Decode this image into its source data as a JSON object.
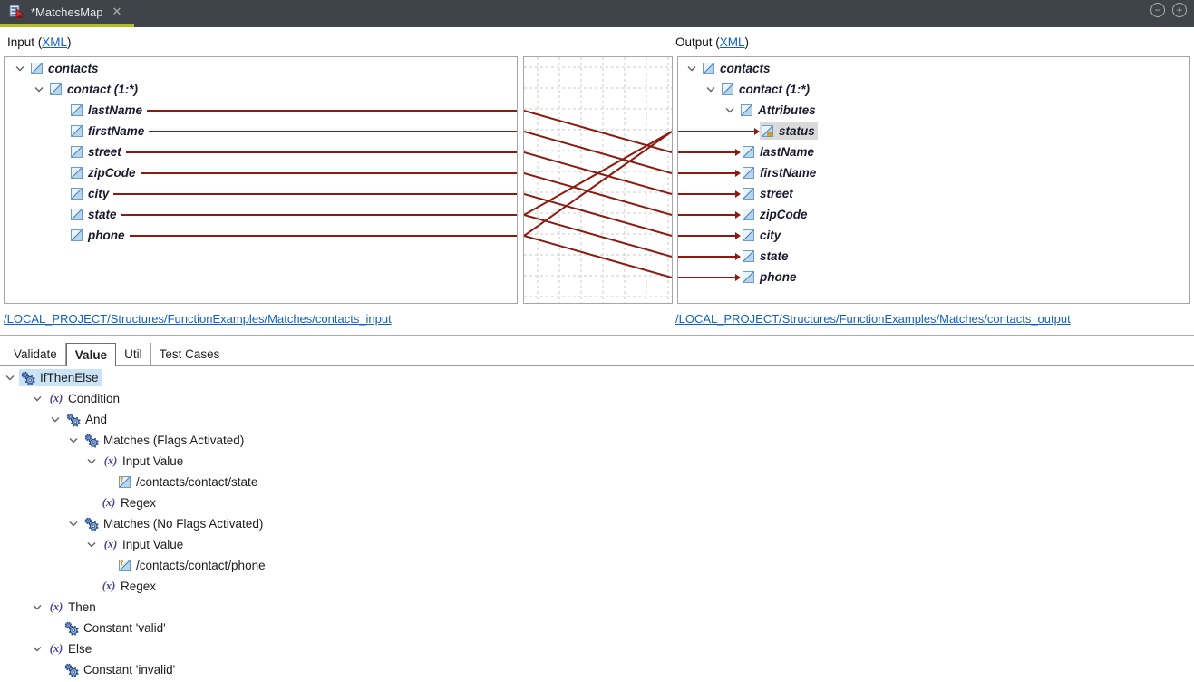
{
  "window": {
    "tab_title": "*MatchesMap",
    "close_glyph": "✕",
    "zoom_out_glyph": "−",
    "zoom_in_glyph": "+"
  },
  "colors": {
    "connection": "#8b1a10",
    "grid": "#cbcbcb",
    "tab_underline": "#b2bd25",
    "link": "#0f62c0",
    "selection_blue": "#cbe3f7",
    "selection_gray": "#dadada"
  },
  "input_header": {
    "prefix": "Input (",
    "link": "XML",
    "suffix": ")"
  },
  "output_header": {
    "prefix": "Output (",
    "link": "XML",
    "suffix": ")"
  },
  "input_path_link": "/LOCAL_PROJECT/Structures/FunctionExamples/Matches/contacts_input",
  "output_path_link": "/LOCAL_PROJECT/Structures/FunctionExamples/Matches/contacts_output",
  "input_tree": [
    {
      "label": "contacts",
      "depth": 0,
      "chevron": true,
      "icon": "xml",
      "line": false
    },
    {
      "label": "contact (1:*)",
      "depth": 1,
      "chevron": true,
      "icon": "xml",
      "line": false
    },
    {
      "label": "lastName",
      "depth": 2,
      "chevron": false,
      "icon": "xml",
      "line": true
    },
    {
      "label": "firstName",
      "depth": 2,
      "chevron": false,
      "icon": "xml",
      "line": true
    },
    {
      "label": "street",
      "depth": 2,
      "chevron": false,
      "icon": "xml",
      "line": true
    },
    {
      "label": "zipCode",
      "depth": 2,
      "chevron": false,
      "icon": "xml",
      "line": true
    },
    {
      "label": "city",
      "depth": 2,
      "chevron": false,
      "icon": "xml",
      "line": true
    },
    {
      "label": "state",
      "depth": 2,
      "chevron": false,
      "icon": "xml",
      "line": true
    },
    {
      "label": "phone",
      "depth": 2,
      "chevron": false,
      "icon": "xml",
      "line": true
    }
  ],
  "output_tree": [
    {
      "label": "contacts",
      "depth": 0,
      "chevron": true,
      "icon": "xml",
      "arrow": false,
      "selected": false
    },
    {
      "label": "contact (1:*)",
      "depth": 1,
      "chevron": true,
      "icon": "xml",
      "arrow": false,
      "selected": false
    },
    {
      "label": "Attributes",
      "depth": 2,
      "chevron": true,
      "icon": "xml",
      "arrow": false,
      "selected": false
    },
    {
      "label": "status",
      "depth": 3,
      "chevron": false,
      "icon": "attr",
      "arrow": true,
      "selected": true
    },
    {
      "label": "lastName",
      "depth": 2,
      "chevron": false,
      "icon": "xml",
      "arrow": true,
      "selected": false
    },
    {
      "label": "firstName",
      "depth": 2,
      "chevron": false,
      "icon": "xml",
      "arrow": true,
      "selected": false
    },
    {
      "label": "street",
      "depth": 2,
      "chevron": false,
      "icon": "xml",
      "arrow": true,
      "selected": false
    },
    {
      "label": "zipCode",
      "depth": 2,
      "chevron": false,
      "icon": "xml",
      "arrow": true,
      "selected": false
    },
    {
      "label": "city",
      "depth": 2,
      "chevron": false,
      "icon": "xml",
      "arrow": true,
      "selected": false
    },
    {
      "label": "state",
      "depth": 2,
      "chevron": false,
      "icon": "xml",
      "arrow": true,
      "selected": false
    },
    {
      "label": "phone",
      "depth": 2,
      "chevron": false,
      "icon": "xml",
      "arrow": true,
      "selected": false
    }
  ],
  "connections": [
    {
      "from": 2,
      "to": 4
    },
    {
      "from": 3,
      "to": 5
    },
    {
      "from": 4,
      "to": 6
    },
    {
      "from": 5,
      "to": 7
    },
    {
      "from": 6,
      "to": 8
    },
    {
      "from": 7,
      "to": 9
    },
    {
      "from": 8,
      "to": 10
    },
    {
      "from": 7,
      "to": 3
    },
    {
      "from": 8,
      "to": 3
    }
  ],
  "bottom": {
    "tabs": [
      {
        "label": "Validate",
        "active": false
      },
      {
        "label": "Value",
        "active": true
      },
      {
        "label": "Util",
        "active": false
      },
      {
        "label": "Test Cases",
        "active": false
      }
    ],
    "tree": [
      {
        "label": "IfThenElse",
        "depth": 0,
        "chevron": true,
        "icon": "gears",
        "selected": true
      },
      {
        "label": "Condition",
        "depth": 1,
        "chevron": true,
        "icon": "fx",
        "selected": false
      },
      {
        "label": "And",
        "depth": 2,
        "chevron": true,
        "icon": "gears",
        "selected": false
      },
      {
        "label": "Matches (Flags Activated)",
        "depth": 3,
        "chevron": true,
        "icon": "gears",
        "selected": false
      },
      {
        "label": "Input Value",
        "depth": 4,
        "chevron": true,
        "icon": "fx",
        "selected": false
      },
      {
        "label": "/contacts/contact/state",
        "depth": 5,
        "chevron": false,
        "icon": "inp",
        "selected": false
      },
      {
        "label": "Regex",
        "depth": 4,
        "chevron": false,
        "icon": "fx",
        "selected": false
      },
      {
        "label": "Matches (No Flags Activated)",
        "depth": 3,
        "chevron": true,
        "icon": "gears",
        "selected": false
      },
      {
        "label": "Input Value",
        "depth": 4,
        "chevron": true,
        "icon": "fx",
        "selected": false
      },
      {
        "label": "/contacts/contact/phone",
        "depth": 5,
        "chevron": false,
        "icon": "inp",
        "selected": false
      },
      {
        "label": "Regex",
        "depth": 4,
        "chevron": false,
        "icon": "fx",
        "selected": false
      },
      {
        "label": "Then",
        "depth": 1,
        "chevron": true,
        "icon": "fx",
        "selected": false
      },
      {
        "label": "Constant 'valid'",
        "depth": 2,
        "chevron": false,
        "icon": "gears",
        "selected": false
      },
      {
        "label": "Else",
        "depth": 1,
        "chevron": true,
        "icon": "fx",
        "selected": false
      },
      {
        "label": "Constant 'invalid'",
        "depth": 2,
        "chevron": false,
        "icon": "gears",
        "selected": false
      }
    ],
    "fx_glyph": "(x)"
  }
}
